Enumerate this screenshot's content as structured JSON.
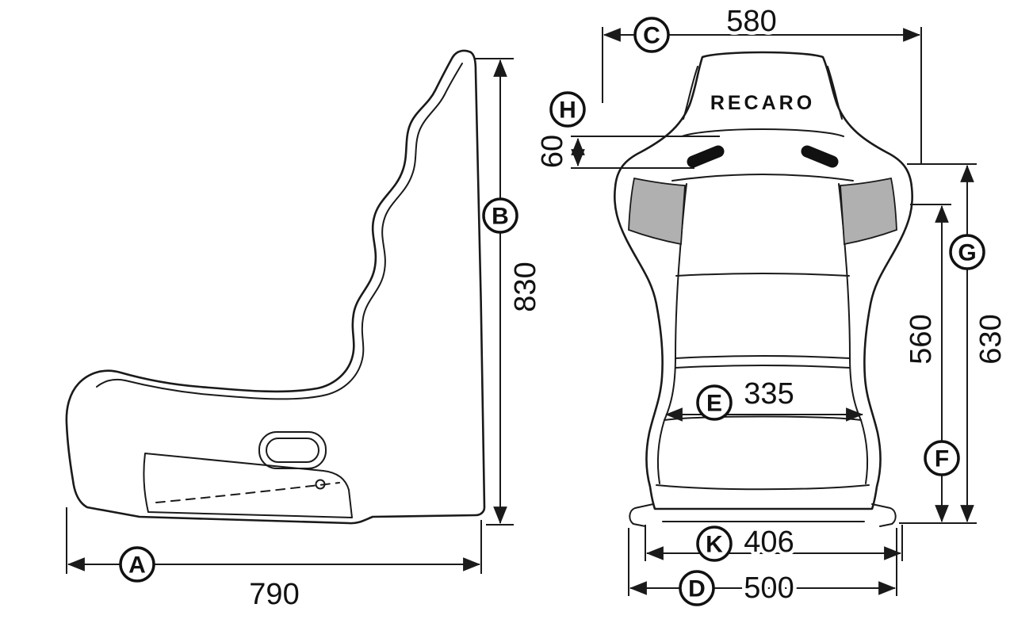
{
  "brand": "RECARO",
  "labels": {
    "a": "A",
    "b": "B",
    "c": "C",
    "d": "D",
    "e": "E",
    "f": "F",
    "g": "G",
    "h": "H",
    "k": "K"
  },
  "values": {
    "length": "790",
    "height": "830",
    "shoulder_width": "580",
    "slot_offset": "60",
    "wing_height": "630",
    "back_height": "560",
    "seat_inner_width": "335",
    "mount_width": "406",
    "base_width": "500"
  }
}
